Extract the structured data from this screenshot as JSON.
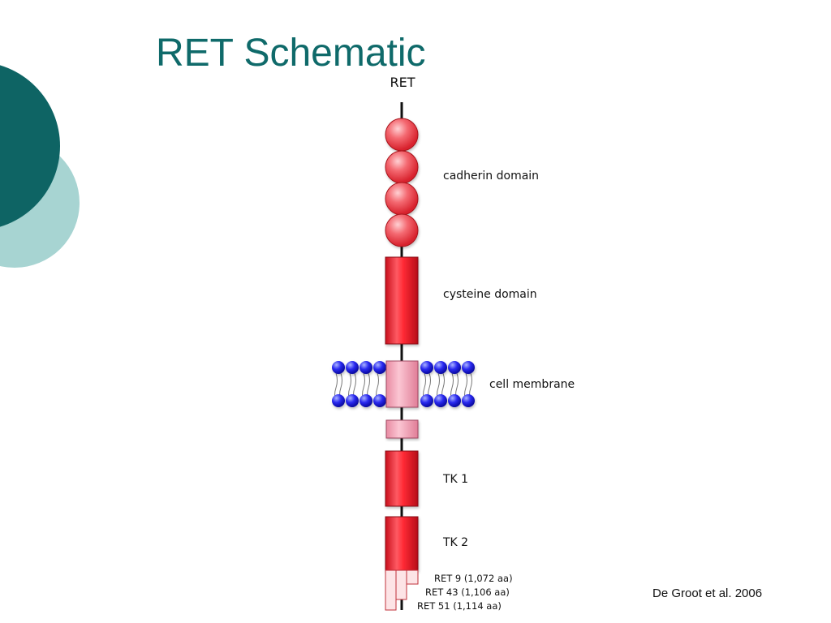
{
  "slide": {
    "title": "RET Schematic",
    "citation": "De Groot et al. 2006"
  },
  "diagram": {
    "protein_name": "RET",
    "labels": {
      "cadherin": "cadherin domain",
      "cysteine": "cysteine domain",
      "membrane": "cell membrane",
      "tk1": "TK 1",
      "tk2": "TK 2"
    },
    "isoforms": [
      {
        "name": "RET 9 (1,072 aa)"
      },
      {
        "name": "RET 43 (1,106 aa)"
      },
      {
        "name": "RET 51 (1,114 aa)"
      }
    ]
  },
  "colors": {
    "title": "#0f6a6a",
    "deco_dark": "#0e6464",
    "deco_light": "#a7d4d2",
    "domain_red": "#ee1f2b",
    "domain_pink": "#f5a3b7",
    "lipid_blue": "#1515d8"
  }
}
